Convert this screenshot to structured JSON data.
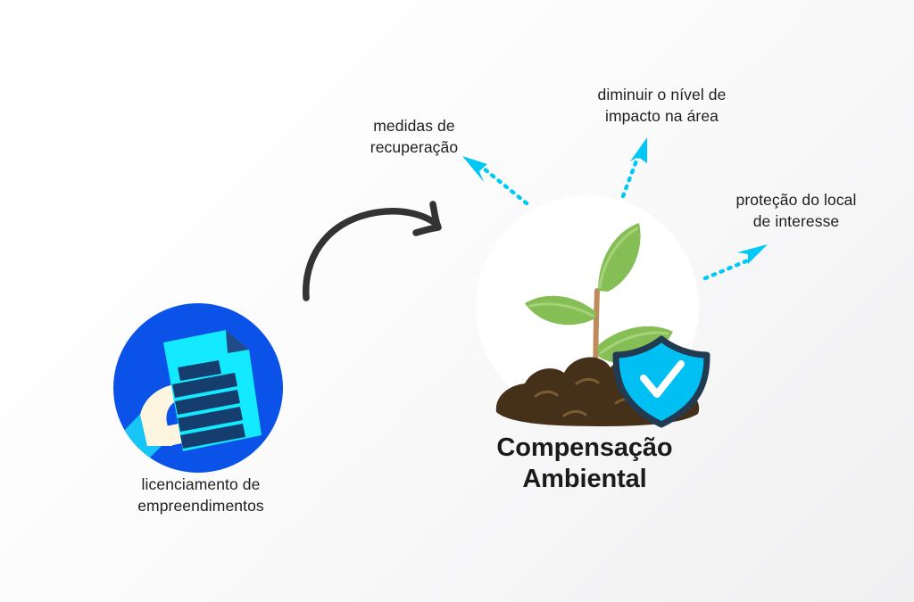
{
  "diagram": {
    "title": "Compensação Ambiental diagram",
    "background": {
      "gradient_from": "#ffffff",
      "gradient_to": "#f0f0f1"
    },
    "nodes": {
      "source": {
        "label": "licenciamento de\nempreendimentos",
        "icon": "document-in-hand-icon",
        "circle_color": "#0b53e8",
        "document_color": "#13e9ff",
        "line_color": "#153d6e",
        "hand_color": "#fdf5e0",
        "sleeve_color": "#17c6f7"
      },
      "target": {
        "label": "Compensação\nAmbiental",
        "icon": "seedling-shield-icon",
        "disc_color": "#ffffff",
        "leaf_color": "#84be55",
        "leaf_shade": "#9acc6b",
        "stem_color": "#c08b5c",
        "soil_color": "#453019",
        "soil_highlight": "#7a5c32",
        "shield_fill": "#00c0f3",
        "shield_stroke": "#233b52",
        "check_color": "#ffffff"
      }
    },
    "outcomes": [
      {
        "label": "medidas de\nrecuperação",
        "arrow": "dotted-arrow-up-left"
      },
      {
        "label": "diminuir o nível de\nimpacto na área",
        "arrow": "dotted-arrow-up"
      },
      {
        "label": "proteção do local\nde interesse",
        "arrow": "dotted-arrow-up-right"
      }
    ],
    "connector": {
      "name": "curved-arrow",
      "color": "#333333",
      "direction": "left-to-right"
    },
    "accent_color": "#00c8f5",
    "text_color": "#1e1e1e"
  }
}
